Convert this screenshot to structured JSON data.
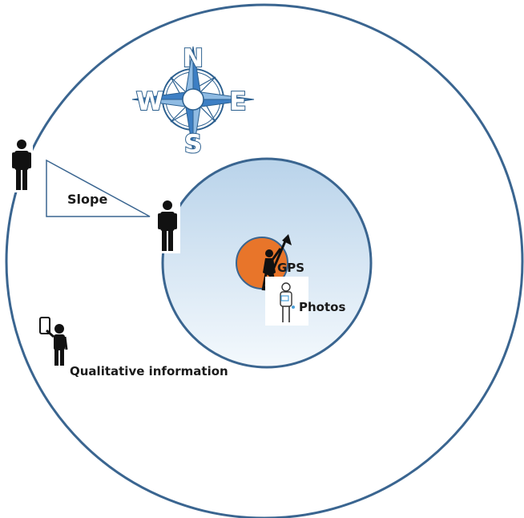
{
  "compass": {
    "north": "N",
    "south": "S",
    "east": "E",
    "west": "W",
    "needle_color": "#3d7fc4",
    "ring_color": "#2b5f8f"
  },
  "labels": {
    "slope": "Slope",
    "gps": "GPS",
    "photos": "Photos",
    "qualitative": "Qualitative information"
  },
  "colors": {
    "outer_circle_stroke": "#3a6590",
    "inner_circle_fill_top": "#b9d3ea",
    "inner_circle_fill_bottom": "#f3f8fc",
    "inner_circle_stroke": "#3a6590",
    "center_disc": "#e8752a",
    "figure": "#111111"
  }
}
